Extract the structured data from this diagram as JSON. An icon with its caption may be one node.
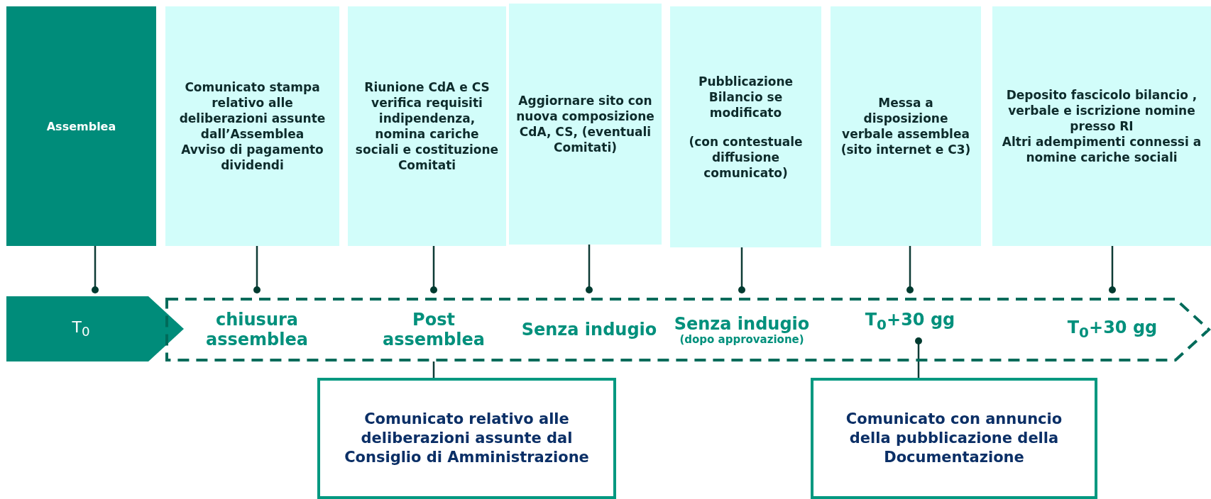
{
  "diagram": {
    "nodes": [
      {
        "text": [
          "Assemblea"
        ]
      },
      {
        "text": [
          "Comunicato stampa relativo alle deliberazioni assunte dall’Assemblea",
          "Avviso di pagamento dividendi"
        ]
      },
      {
        "text": [
          "Riunione CdA e CS verifica requisiti indipendenza, nomina cariche sociali e costituzione Comitati"
        ]
      },
      {
        "text": [
          "Aggiornare sito con nuova composizione CdA, CS, (eventuali Comitati)"
        ]
      },
      {
        "text": [
          "Pubblicazione Bilancio se modificato",
          "(con contestuale diffusione comunicato)"
        ]
      },
      {
        "text": [
          "Messa a disposizione verbale assemblea (sito internet e C3)"
        ]
      },
      {
        "text": [
          "Deposito fascicolo bilancio , verbale e iscrizione nomine presso RI",
          "Altri adempimenti connessi a nomine cariche sociali"
        ]
      },
      {
        "text": [
          "T$_{0}$"
        ]
      },
      {
        "text": [],
        "shape": "arrow"
      },
      {
        "text": [
          "chiusura assemblea"
        ],
        "in": 8
      },
      {
        "text": [
          "Post assemblea"
        ],
        "in": 8
      },
      {
        "text": [
          "Senza indugio"
        ],
        "in": 8
      },
      {
        "text": [
          "Senza indugio",
          "(dopo approvazione)"
        ],
        "in": 8
      },
      {
        "text": [
          "T$_{0}$+30 gg"
        ],
        "in": 8
      },
      {
        "text": [
          "T$_{0}$+30 gg"
        ],
        "in": 8
      },
      {
        "text": [
          "Comunicato relativo alle deliberazioni assunte dal Consiglio di Amministrazione"
        ]
      },
      {
        "text": [
          "Comunicato con annuncio della pubblicazione della Documentazione"
        ]
      }
    ],
    "edges": [
      {
        "from": 0,
        "to": 7,
        "arrow": "other"
      },
      {
        "from": 1,
        "to": 9,
        "arrow": "other"
      },
      {
        "from": 2,
        "to": 10,
        "arrow": "other"
      },
      {
        "from": 3,
        "to": 11,
        "arrow": "other"
      },
      {
        "from": 4,
        "to": 12,
        "arrow": "other"
      },
      {
        "from": 5,
        "to": 13,
        "arrow": "other"
      },
      {
        "from": 6,
        "to": 14,
        "arrow": "other"
      },
      {
        "from": 10,
        "to": 15,
        "arrow": "none"
      },
      {
        "from": 16,
        "to": 13,
        "arrow": "other"
      }
    ]
  }
}
